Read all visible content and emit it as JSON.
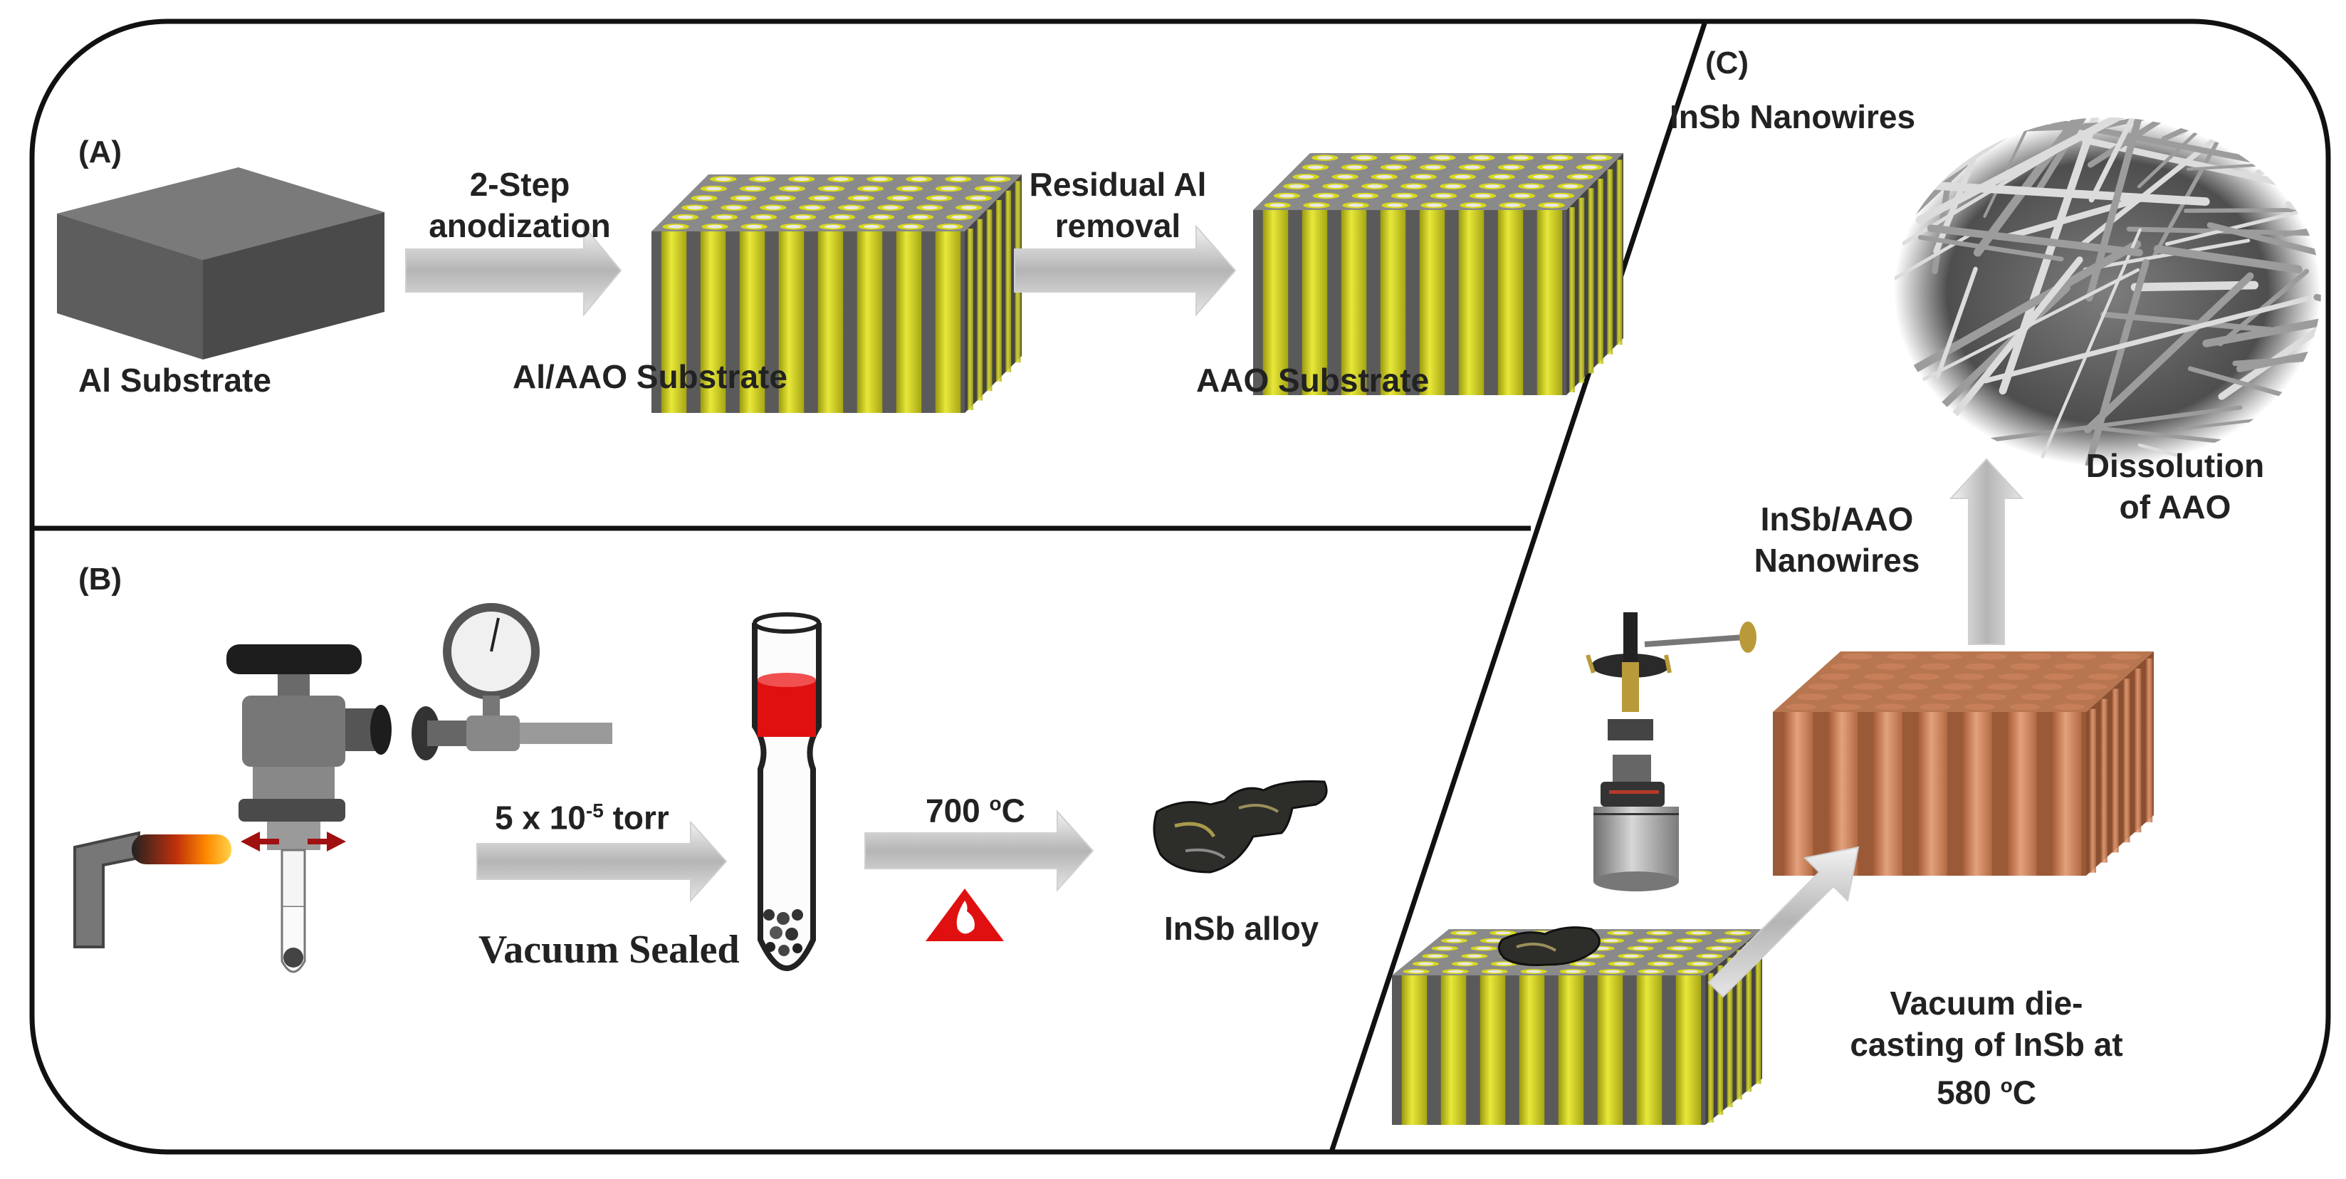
{
  "panels": {
    "a": {
      "label": "(A)",
      "step1": {
        "line1": "2-Step",
        "line2": "anodization"
      },
      "step2": {
        "line1": "Residual Al",
        "line2": "removal"
      },
      "substrates": [
        "Al Substrate",
        "Al/AAO Substrate",
        "AAO Substrate"
      ]
    },
    "b": {
      "label": "(B)",
      "pressure": {
        "base": "5 x 10",
        "exponent": "-5",
        "unit": " torr"
      },
      "sealed": "Vacuum Sealed",
      "temperature": {
        "value": "700 ",
        "degree": "o",
        "unit": "C"
      },
      "product": "InSb alloy"
    },
    "c": {
      "label": "(C)",
      "nanowires": "InSb Nanowires",
      "composite": {
        "line1": "InSb/AAO",
        "line2": "Nanowires"
      },
      "dissolution": {
        "line1": "Dissolution",
        "line2": "of AAO"
      },
      "casting": {
        "line1": "Vacuum die-",
        "line2": "casting of InSb at",
        "line3": {
          "value": "580 ",
          "degree": "o",
          "unit": "C"
        }
      }
    }
  },
  "colors": {
    "border": "#111111",
    "pore_yellow": "#d8d81c",
    "matrix_grey": "#5a5a5a",
    "copper": "#c77f5a",
    "melt_red": "#e01010",
    "arrow_grey": "#b8b8b8",
    "flame": "#ff5a00"
  }
}
